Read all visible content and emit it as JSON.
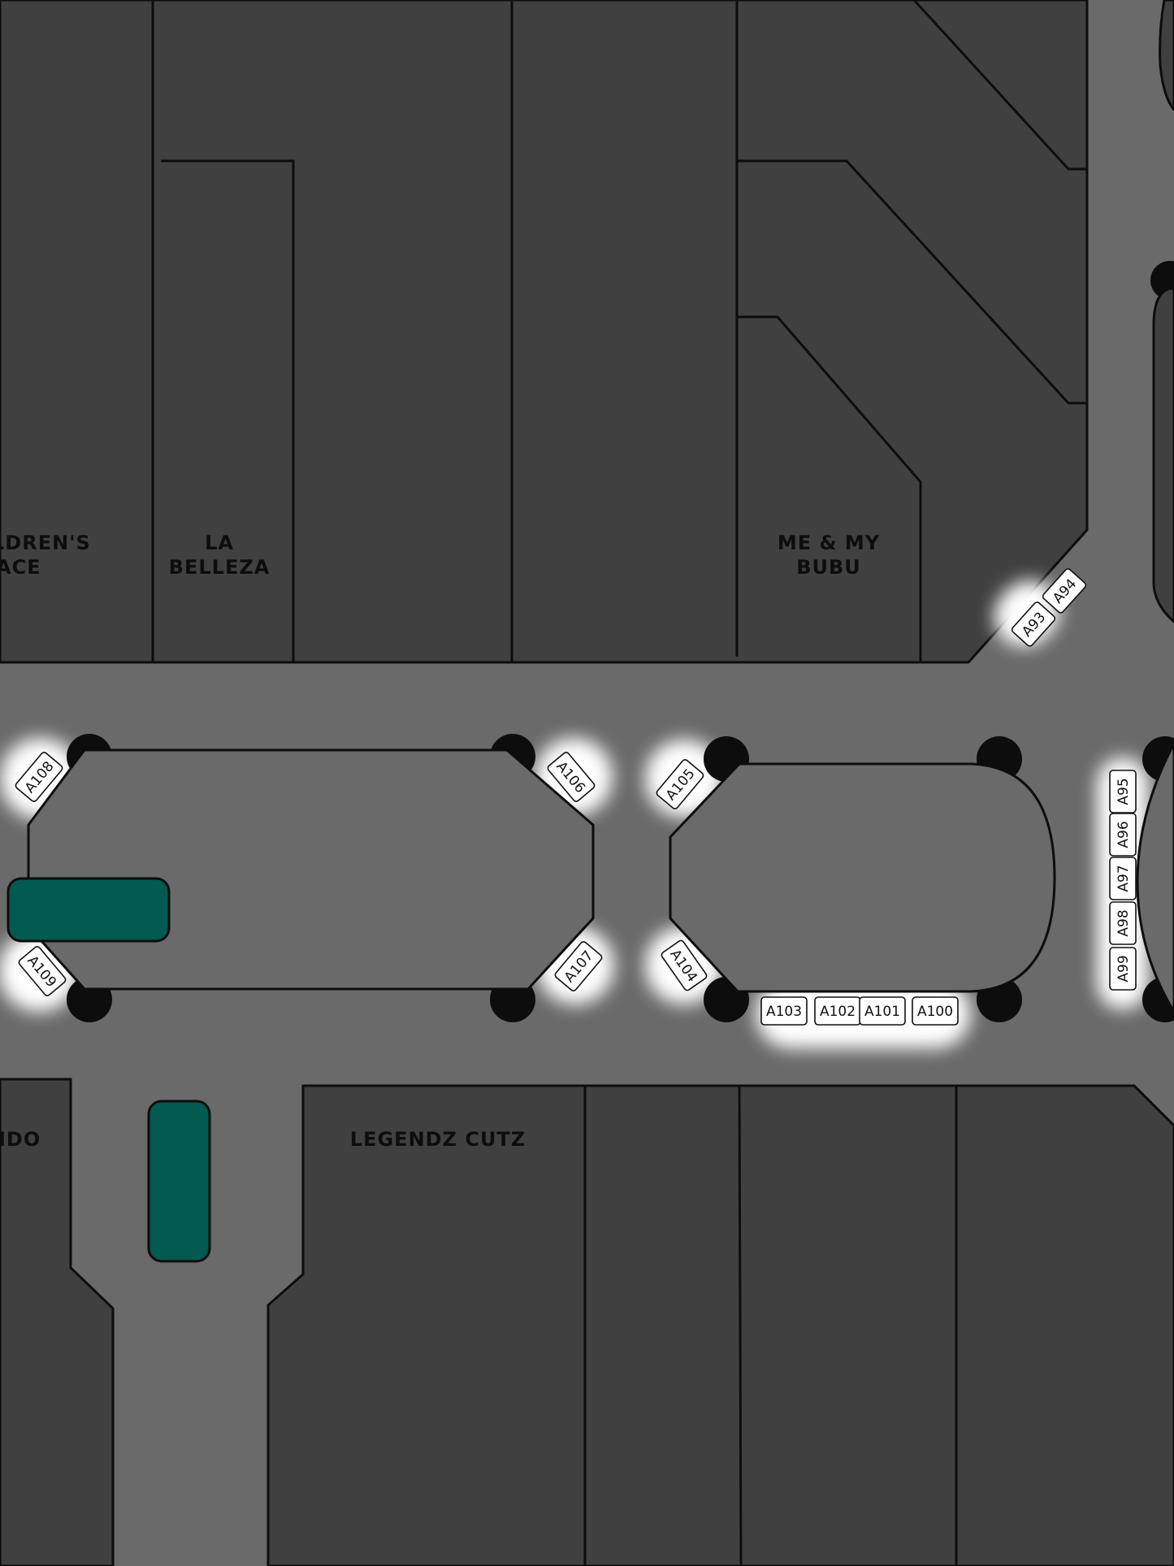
{
  "stores": {
    "childrens_place": [
      "LDREN'S",
      "ACE"
    ],
    "la_belleza": [
      "LA",
      "BELLEZA"
    ],
    "me_and_my_bubu": [
      "ME & MY",
      "BUBU"
    ],
    "ido": "IDO",
    "legendz_cutz": "LEGENDZ CUTZ"
  },
  "kiosks": {
    "a93": "A93",
    "a94": "A94",
    "a95": "A95",
    "a96": "A96",
    "a97": "A97",
    "a98": "A98",
    "a99": "A99",
    "a100": "A100",
    "a101": "A101",
    "a102": "A102",
    "a103": "A103",
    "a104": "A104",
    "a105": "A105",
    "a106": "A106",
    "a107": "A107",
    "a108": "A108",
    "a109": "A109"
  },
  "colors": {
    "store_fill": "#404040",
    "corridor": "#6a6a6a",
    "island_fill": "#6a6a6a",
    "accent_teal": "#035a50",
    "glow": "#ffffff",
    "outline": "#0d0d0d"
  }
}
